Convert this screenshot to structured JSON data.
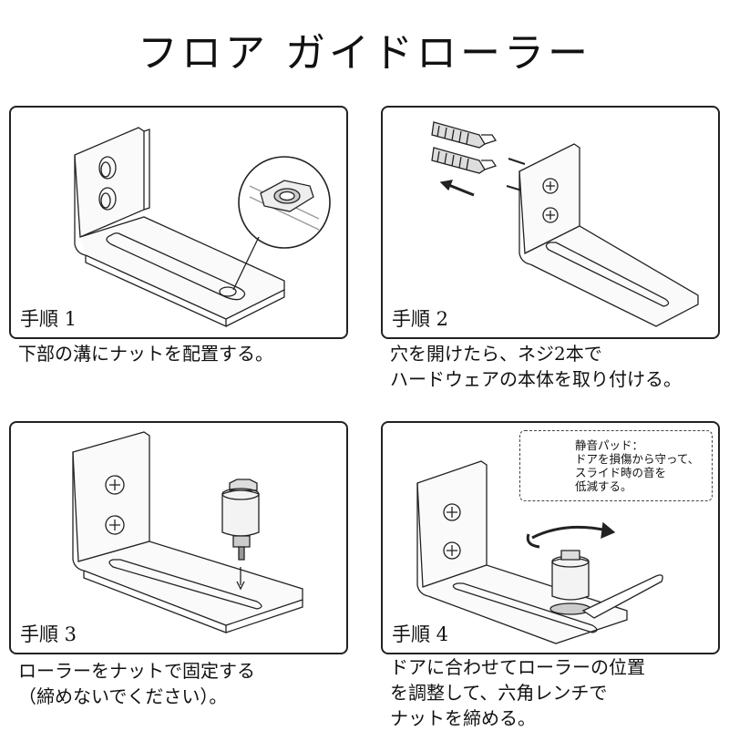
{
  "title": "フロア ガイドローラー",
  "steps": [
    {
      "label": "手順 1",
      "caption": "下部の溝にナットを配置する。"
    },
    {
      "label": "手順 2",
      "caption": "穴を開けたら、ネジ2本で\nハードウェアの本体を取り付ける。"
    },
    {
      "label": "手順 3",
      "caption": "ローラーをナットで固定する\n（締めないでください）。"
    },
    {
      "label": "手順 4",
      "caption": "ドアに合わせてローラーの位置\nを調整して、六角レンチで\nナットを締める。"
    }
  ],
  "note": {
    "text": "静音パッド：\nドアを損傷から守って、\nスライド時の音を\n低減する。"
  }
}
